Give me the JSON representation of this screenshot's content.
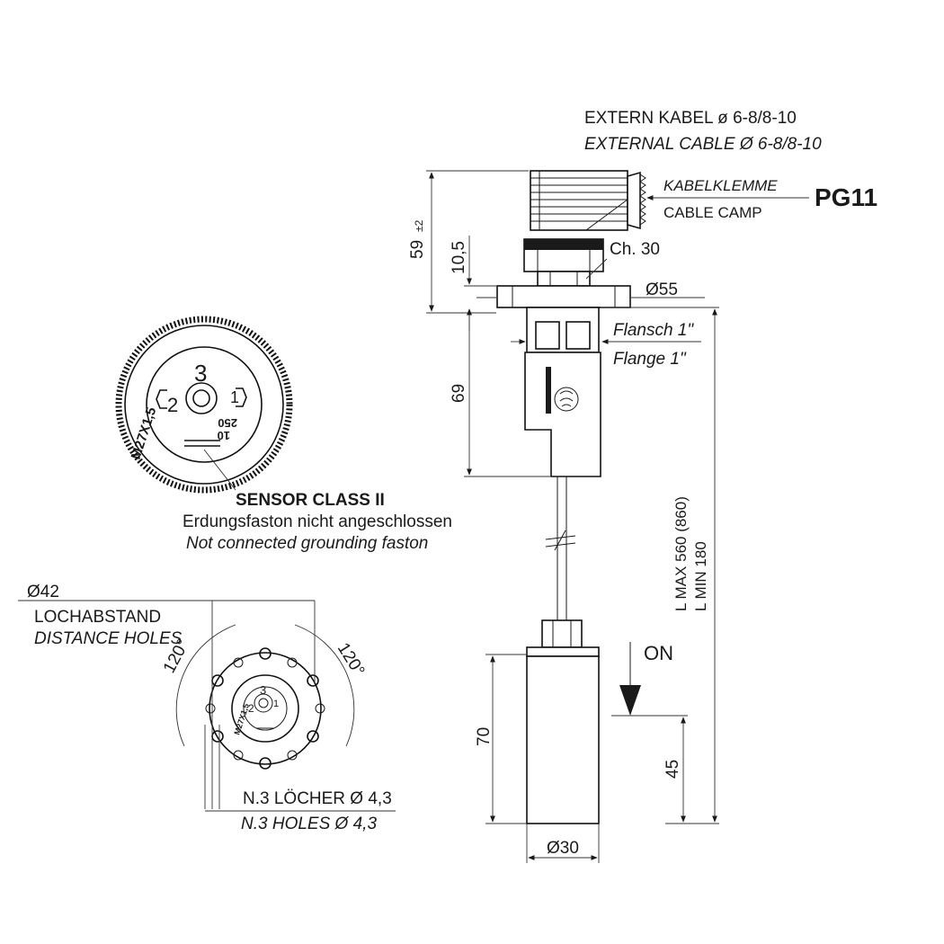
{
  "header": {
    "extern_kabel": "EXTERN KABEL ø 6-8/8-10",
    "external_cable": "EXTERNAL CABLE Ø 6-8/8-10"
  },
  "cable_clamp": {
    "kabelklemme": "KABELKLEMME",
    "cable_camp": "CABLE CAMP",
    "size": "PG11"
  },
  "dimensions": {
    "height_59": "59",
    "tol_59": "±2",
    "height_10_5": "10,5",
    "wrench": "Ch. 30",
    "flange_dia": "Ø55",
    "flansch": "Flansch 1\"",
    "flange": "Flange 1\"",
    "height_69": "69",
    "l_max": "L MAX 560 (860)",
    "l_min": "L MIN 180",
    "on": "ON",
    "height_70": "70",
    "height_45": "45",
    "float_dia": "Ø30"
  },
  "connector_view": {
    "pin_3": "3",
    "pin_2": "2",
    "pin_1": "1",
    "num_250": "250",
    "num_10": "10",
    "thread": "M27X1,5",
    "sensor_class": "SENSOR CLASS II",
    "erdung_de": "Erdungsfaston nicht angeschlossen",
    "erdung_en": "Not connected grounding faston"
  },
  "flange_view": {
    "dia_42": "Ø42",
    "lochabstand": "LOCHABSTAND",
    "distance_holes": "DISTANCE HOLES",
    "angle_left": "120°",
    "angle_right": "120°",
    "holes_de": "N.3 LÖCHER Ø 4,3",
    "holes_en": "N.3 HOLES Ø 4,3",
    "pin_3": "3",
    "pin_2": "2",
    "pin_1": "1",
    "thread": "M27X1,5"
  },
  "colors": {
    "ink": "#1a1a1a",
    "paper": "#ffffff"
  }
}
